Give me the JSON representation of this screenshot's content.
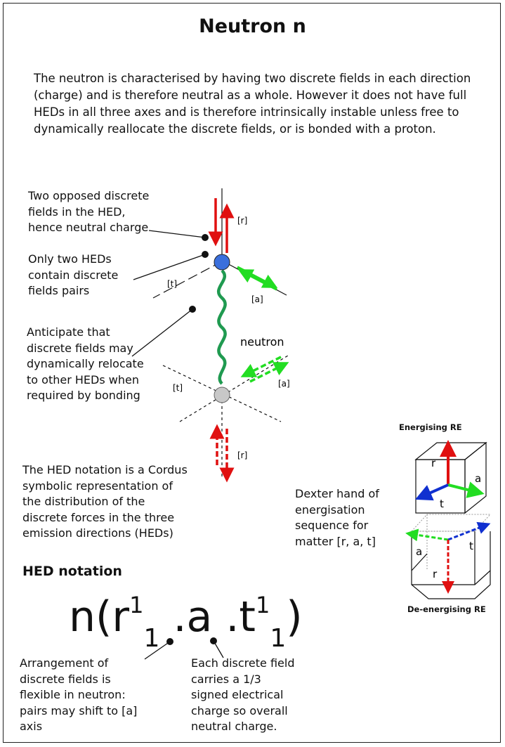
{
  "title": "Neutron n",
  "intro": "The neutron is characterised by having two discrete fields in each direction (charge) and is therefore neutral as a whole. However it does not have full HEDs in all three axes and is therefore intrinsically instable unless free to dynamically reallocate the discrete fields, or is bonded with a proton.",
  "annotations": {
    "opposed_fields": [
      "Two opposed discrete",
      "fields in the HED,",
      "hence neutral charge"
    ],
    "two_heds": [
      "Only two HEDs",
      "contain discrete",
      "fields pairs"
    ],
    "anticipate": [
      "Anticipate that",
      "discrete fields may",
      "dynamically relocate",
      "to other HEDs when",
      "required by bonding"
    ],
    "notation_desc": [
      "The HED notation is a Cordus",
      "symbolic representation of",
      "the distribution of the",
      "discrete forces in the three",
      "emission directions  (HEDs)"
    ],
    "dexter": [
      "Dexter hand of",
      "energisation",
      "sequence for",
      "matter [r, a, t]"
    ],
    "arrangement": [
      "Arrangement of",
      "discrete fields is",
      "flexible in neutron:",
      "pairs may shift to [a]",
      "axis"
    ],
    "each_field": [
      "Each discrete field",
      "carries a 1/3",
      "signed electrical",
      "charge so overall",
      "neutral charge."
    ]
  },
  "diagram_labels": {
    "r_top": "[r]",
    "a_top": "[a]",
    "t_top": "[t]",
    "neutron": "neutron",
    "a_bottom": "[a]",
    "t_bottom": "[t]",
    "r_bottom": "[r]"
  },
  "cubes": {
    "energising_caption": "Energising RE",
    "deenergising_caption": "De-energising RE",
    "top_r": "r",
    "top_a": "a",
    "top_t": "t",
    "bottom_a": "a",
    "bottom_t": "t",
    "bottom_r": "r"
  },
  "hed_notation": {
    "heading": "HED notation",
    "n": "n(r",
    "r_sup": "1",
    "r_sub": "1",
    "a_part": " .a .t",
    "t_sup": "1",
    "t_sub": "1",
    "close": ")"
  },
  "colors": {
    "red": "#e01010",
    "green": "#22dd22",
    "blue": "#1030d0",
    "wave": "#1f9a50",
    "node_top": "#3a6fdc",
    "node_bottom": "#c8c8c8"
  }
}
